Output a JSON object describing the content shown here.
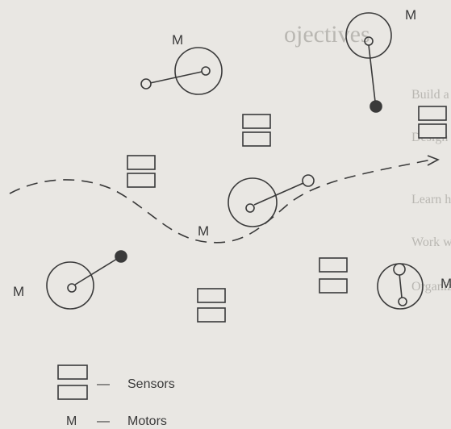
{
  "background_page": {
    "heading_fragment": "ojectives",
    "bullets": [
      "Build a simple device using common parts",
      "Design and program a strategy to make the robot move",
      "Learn how gears work",
      "Work with others to build a differential",
      "Organize a competition to see who can build the most powerful machine"
    ]
  },
  "diagram": {
    "motor_label": "M",
    "legend": {
      "sensors_label": "Sensors",
      "motors_label": "Motors",
      "motor_symbol": "M",
      "dash": "—"
    }
  },
  "colors": {
    "ink": "#3a3a3a",
    "paper": "#e9e7e3",
    "faded_text": "#b9b7b2"
  }
}
